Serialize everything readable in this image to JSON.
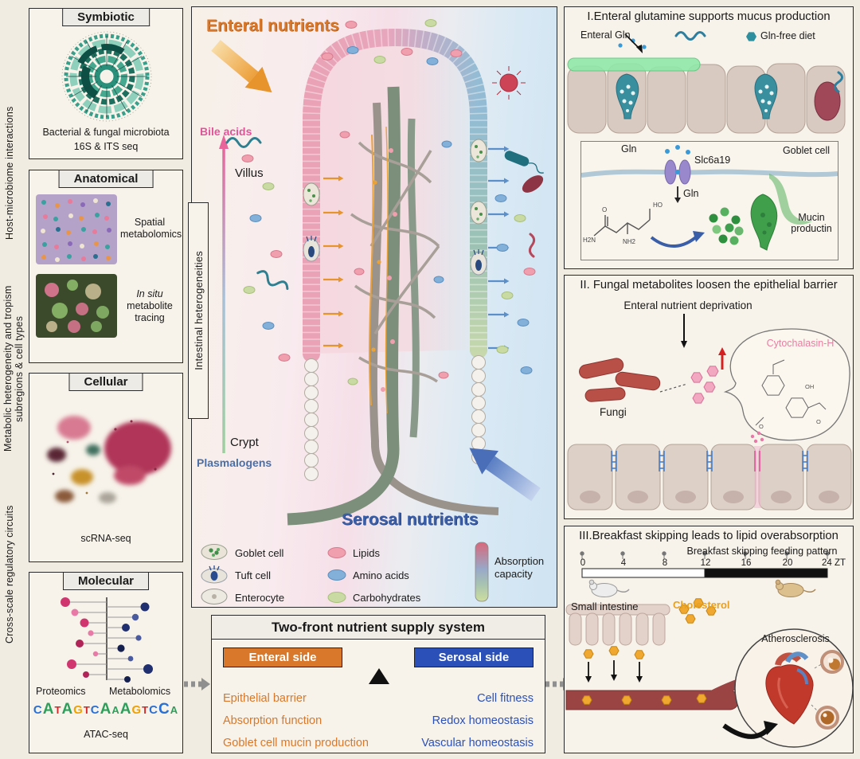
{
  "colors": {
    "bg": "#f1ece2",
    "panel-bg": "#f7f3ea",
    "header-bg": "#ecebe5",
    "enteral": "#d9782a",
    "serosal": "#2b50b8",
    "serosal-text": "#3a5fa8",
    "bile": "#e0559a",
    "plasmalogen": "#4a6fa8",
    "cyto-pink": "#e87ea1",
    "cholesterol": "#e8a020"
  },
  "left_sidebar": {
    "labels": {
      "host": "Host-microbiome interactions",
      "metabolic1": "Metabolic heterogeneity and tropism",
      "metabolic2": "subregions & cell types",
      "cross": "Cross-scale regulatory circuits"
    },
    "symbiotic": {
      "title": "Symbiotic",
      "caption1": "Bacterial & fungal microbiota",
      "caption2": "16S & ITS seq"
    },
    "anatomical": {
      "title": "Anatomical",
      "caption_top": "Spatial metabolomics",
      "caption_bottom_italic": "In situ",
      "caption_bottom_rest": " metabolite tracing"
    },
    "cellular": {
      "title": "Cellular",
      "caption": "scRNA-seq"
    },
    "molecular": {
      "title": "Molecular",
      "proteomics": "Proteomics",
      "metabolomics": "Metabolomics",
      "caption": "ATAC-seq",
      "motif_letters": [
        {
          "ch": "C",
          "color": "#2a6fd4"
        },
        {
          "ch": "A",
          "color": "#2ca05a"
        },
        {
          "ch": "T",
          "color": "#d62728"
        },
        {
          "ch": "A",
          "color": "#2ca05a"
        },
        {
          "ch": "G",
          "color": "#f0a000"
        },
        {
          "ch": "T",
          "color": "#d62728"
        },
        {
          "ch": "C",
          "color": "#2a6fd4"
        },
        {
          "ch": "A",
          "color": "#2ca05a"
        },
        {
          "ch": "A",
          "color": "#2ca05a"
        },
        {
          "ch": "A",
          "color": "#2ca05a"
        },
        {
          "ch": "G",
          "color": "#f0a000"
        },
        {
          "ch": "T",
          "color": "#d62728"
        },
        {
          "ch": "C",
          "color": "#2a6fd4"
        },
        {
          "ch": "C",
          "color": "#2a6fd4"
        },
        {
          "ch": "A",
          "color": "#2ca05a"
        }
      ]
    }
  },
  "center_panel": {
    "enteral_nutrients": "Enteral nutrients",
    "bile_acids": "Bile acids",
    "villus": "Villus",
    "intestinal_heterogeneities": "Intestinal heterogeneities",
    "crypt": "Crypt",
    "plasmalogens": "Plasmalogens",
    "serosal_nutrients": "Serosal nutrients",
    "legend": {
      "goblet_cell": "Goblet cell",
      "tuft_cell": "Tuft cell",
      "enterocyte": "Enterocyte",
      "lipids": "Lipids",
      "amino_acids": "Amino acids",
      "carbohydrates": "Carbohydrates",
      "absorption_capacity": "Absorption capacity"
    }
  },
  "two_front_panel": {
    "title": "Two-front nutrient supply system",
    "enteral_side": "Enteral side",
    "serosal_side": "Serosal side",
    "enteral_items": [
      "Epithelial barrier",
      "Absorption function",
      "Goblet cell mucin production"
    ],
    "serosal_items": [
      "Cell fitness",
      "Redox homeostasis",
      "Vascular homeostasis"
    ]
  },
  "panel_glutamine": {
    "title": "I.Enteral glutamine supports mucus production",
    "enteral_gln": "Enteral Gln",
    "gln_free_diet": "Gln-free diet",
    "gln_upper": "Gln",
    "transporter": "Slc6a19",
    "gln_lower": "Gln",
    "goblet_cell": "Goblet cell",
    "mucin1": "Mucin",
    "mucin2": "productin"
  },
  "panel_fungal": {
    "title": "II. Fungal metabolites loosen the epithelial barrier",
    "deprivation": "Enteral nutrient deprivation",
    "fungi": "Fungi",
    "metabolite": "Cytochalasin-H"
  },
  "panel_breakfast": {
    "title": "III.Breakfast skipping leads to lipid overabsorption",
    "subtitle": "Breakfast skipping feeding pattern",
    "timeline_ticks": [
      "0",
      "4",
      "8",
      "12",
      "16",
      "20",
      "24 ZT"
    ],
    "small_intestine": "Small intestine",
    "cholesterol": "Cholesterol",
    "atherosclerosis": "Atherosclerosis"
  }
}
